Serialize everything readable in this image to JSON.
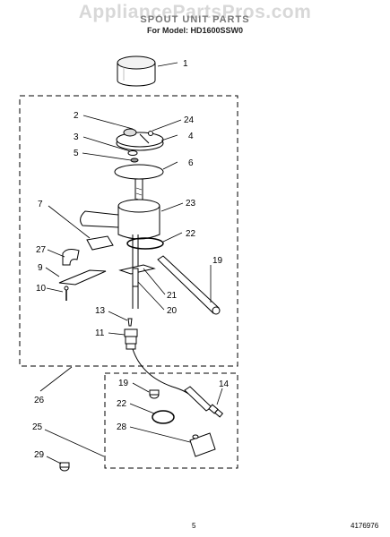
{
  "header": {
    "watermark": "AppliancePartsPros.com",
    "title": "SPOUT UNIT PARTS",
    "subtitle": "For Model: HD1600SSW0"
  },
  "callouts": [
    {
      "id": "c1",
      "text": "1"
    },
    {
      "id": "c2",
      "text": "2"
    },
    {
      "id": "c24",
      "text": "24"
    },
    {
      "id": "c3",
      "text": "3"
    },
    {
      "id": "c4",
      "text": "4"
    },
    {
      "id": "c5",
      "text": "5"
    },
    {
      "id": "c6",
      "text": "6"
    },
    {
      "id": "c7",
      "text": "7"
    },
    {
      "id": "c23",
      "text": "23"
    },
    {
      "id": "c22",
      "text": "22"
    },
    {
      "id": "c27",
      "text": "27"
    },
    {
      "id": "c19",
      "text": "19"
    },
    {
      "id": "c9",
      "text": "9"
    },
    {
      "id": "c10",
      "text": "10"
    },
    {
      "id": "c21",
      "text": "21"
    },
    {
      "id": "c20",
      "text": "20"
    },
    {
      "id": "c13",
      "text": "13"
    },
    {
      "id": "c11",
      "text": "11"
    },
    {
      "id": "c26",
      "text": "26"
    },
    {
      "id": "c19b",
      "text": "19"
    },
    {
      "id": "c14",
      "text": "14"
    },
    {
      "id": "c22b",
      "text": "22"
    },
    {
      "id": "c28",
      "text": "28"
    },
    {
      "id": "c25",
      "text": "25"
    },
    {
      "id": "c29",
      "text": "29"
    }
  ],
  "footer": {
    "page_number": "5",
    "doc_number": "4176976"
  }
}
